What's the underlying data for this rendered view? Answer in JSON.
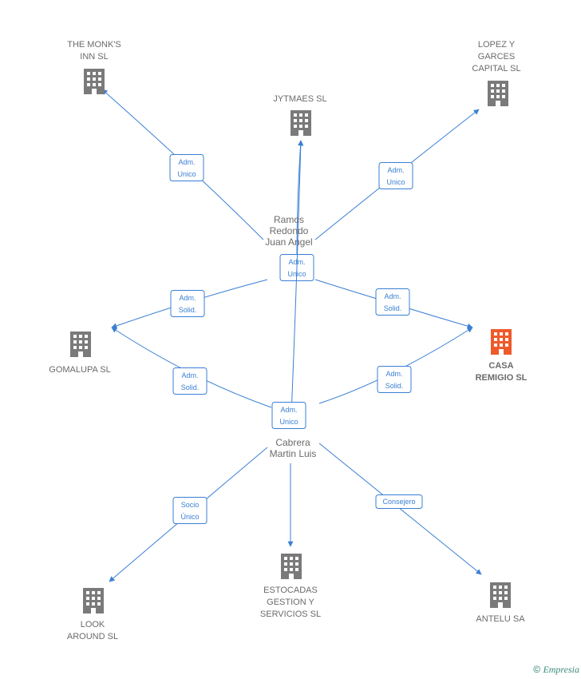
{
  "colors": {
    "edge": "#3a7fd4",
    "building": "#7a7a7a",
    "highlight": "#ef5a2b",
    "label": "#6b6b6b"
  },
  "people": [
    {
      "id": "ramos",
      "lines": [
        "Ramos",
        "Redondo",
        "Juan Angel"
      ]
    },
    {
      "id": "cabrera",
      "lines": [
        "Cabrera",
        "Martin Luis"
      ]
    }
  ],
  "companies": [
    {
      "id": "monks",
      "lines": [
        "THE MONK'S",
        "INN SL"
      ],
      "highlight": false
    },
    {
      "id": "jytmaes",
      "lines": [
        "JYTMAES SL"
      ],
      "highlight": false
    },
    {
      "id": "lopez",
      "lines": [
        "LOPEZ Y",
        "GARCES",
        "CAPITAL SL"
      ],
      "highlight": false
    },
    {
      "id": "gomalupa",
      "lines": [
        "GOMALUPA SL"
      ],
      "highlight": false
    },
    {
      "id": "casa",
      "lines": [
        "CASA",
        "REMIGIO SL"
      ],
      "highlight": true
    },
    {
      "id": "look",
      "lines": [
        "LOOK",
        "AROUND SL"
      ],
      "highlight": false
    },
    {
      "id": "estocadas",
      "lines": [
        "ESTOCADAS",
        "GESTION Y",
        "SERVICIOS SL"
      ],
      "highlight": false
    },
    {
      "id": "antelu",
      "lines": [
        "ANTELU SA"
      ],
      "highlight": false
    }
  ],
  "edges": [
    {
      "from": "ramos",
      "to": "monks",
      "label": [
        "Adm.",
        "Unico"
      ]
    },
    {
      "from": "ramos",
      "to": "lopez",
      "label": [
        "Adm.",
        "Unico"
      ]
    },
    {
      "from": "ramos",
      "to": "jytmaes",
      "label": [
        "Adm.",
        "Unico"
      ]
    },
    {
      "from": "ramos",
      "to": "gomalupa",
      "label": [
        "Adm.",
        "Solid."
      ]
    },
    {
      "from": "ramos",
      "to": "casa",
      "label": [
        "Adm.",
        "Solid."
      ]
    },
    {
      "from": "cabrera",
      "to": "gomalupa",
      "label": [
        "Adm.",
        "Solid."
      ]
    },
    {
      "from": "cabrera",
      "to": "casa",
      "label": [
        "Adm.",
        "Solid."
      ]
    },
    {
      "from": "cabrera",
      "to": "jytmaes",
      "label": [
        "Adm.",
        "Unico"
      ]
    },
    {
      "from": "cabrera",
      "to": "look",
      "label": [
        "Socio",
        "Único"
      ]
    },
    {
      "from": "cabrera",
      "to": "estocadas",
      "label": []
    },
    {
      "from": "cabrera",
      "to": "antelu",
      "label": [
        "Consejero"
      ]
    }
  ],
  "footer": {
    "copyright": "©",
    "brand": "Empresia"
  }
}
